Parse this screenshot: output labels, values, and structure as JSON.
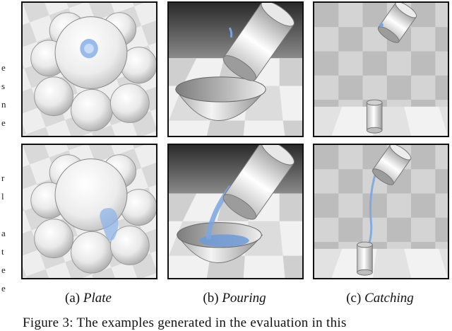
{
  "captions": {
    "plate": {
      "label": "(a)",
      "name": "Plate"
    },
    "pouring": {
      "label": "(b)",
      "name": "Pouring"
    },
    "catching": {
      "label": "(c)",
      "name": "Catching"
    }
  },
  "figure_caption": "Figure 3:  The examples generated in the evaluation in this",
  "margin_fragments": [
    "e",
    "s",
    "n",
    "e",
    "r",
    "l",
    "a",
    "t",
    "e",
    "e"
  ],
  "colors": {
    "frame": "#111111",
    "fluid": "#7aa6e0",
    "floor_light": "#f2f2f2",
    "floor_dark": "#cfcfcf"
  }
}
